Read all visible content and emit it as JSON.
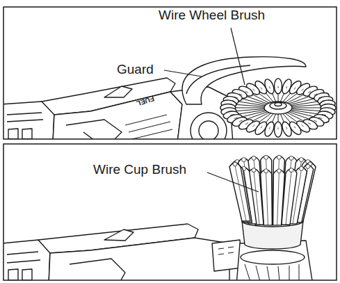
{
  "diagram": {
    "labels": [
      "Wire Wheel Brush",
      "Guard",
      "FUEL",
      "Wire Cup Brush"
    ]
  }
}
